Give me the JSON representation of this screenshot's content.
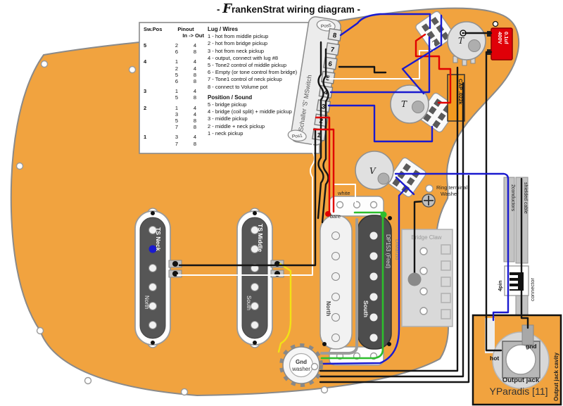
{
  "title": {
    "dash_left": "- ",
    "f": "F",
    "rest": "rankenStrat wiring diagram",
    "dash_right": " -"
  },
  "legend": {
    "col_pos": "Sw.Pos",
    "col_pinout": "Pinout",
    "col_inout": "In -> Out",
    "rows": [
      {
        "pos": "5",
        "pairs": [
          {
            "i": "2",
            "o": "4"
          },
          {
            "i": "6",
            "o": "8"
          }
        ]
      },
      {
        "pos": "4",
        "pairs": [
          {
            "i": "1",
            "o": "4"
          },
          {
            "i": "2",
            "o": "4"
          },
          {
            "i": "5",
            "o": "8"
          },
          {
            "i": "6",
            "o": "8"
          }
        ]
      },
      {
        "pos": "3",
        "pairs": [
          {
            "i": "1",
            "o": "4"
          },
          {
            "i": "5",
            "o": "8"
          }
        ]
      },
      {
        "pos": "2",
        "pairs": [
          {
            "i": "1",
            "o": "4"
          },
          {
            "i": "3",
            "o": "4"
          },
          {
            "i": "5",
            "o": "8"
          },
          {
            "i": "7",
            "o": "8"
          }
        ]
      },
      {
        "pos": "1",
        "pairs": [
          {
            "i": "3",
            "o": "4"
          },
          {
            "i": "7",
            "o": "8"
          }
        ]
      }
    ],
    "lug_title": "Lug / Wires",
    "lugs": [
      "1 - hot from middle pickup",
      "2 - hot from bridge pickup",
      "3 - hot from neck pickup",
      "4 - output, connect with lug #8",
      "5 - Tone2 control of middle pickup",
      "6 - Empty (or tone control from bridge)",
      "7 - Tone1 control of neck pickup",
      "8 - connect to Volume pot"
    ],
    "pos_title": "Position / Sound",
    "positions": [
      "5 - bridge pickup",
      "4 - bridge (coil split) + middle pickup",
      "3 - middle pickup",
      "2 - middle + neck pickup",
      "1 - neck pickup"
    ]
  },
  "switch": {
    "label": "Schaller 'S' MSwitch",
    "pos_top": "Pos5",
    "pos_bottom": "Pos1",
    "lugs": [
      "8",
      "7",
      "6",
      "5",
      "4",
      "3",
      "2",
      "1"
    ]
  },
  "components": {
    "tone1": "T",
    "tone2": "T",
    "volume": "V",
    "cap_red_line1": "0.1uf",
    "cap_red_line2": "400V",
    "cap_orange": "CAP .022k",
    "ring_terminal_line1": "Ring terminal",
    "ring_terminal_line2": "Washer",
    "bridge_claw": "Bridge Claw",
    "gnd_washer_line1": "Gnd",
    "gnd_washer_line2": "washer"
  },
  "pickups": {
    "neck": {
      "name": "TS Neck",
      "pole": "North"
    },
    "middle": {
      "name": "TS Middle",
      "pole": "South"
    },
    "humbucker": {
      "north": "North",
      "south": "South",
      "model": "DP153 (Fred)",
      "brand": "DiMarzio",
      "bare_label": "bare",
      "white_label": "white"
    }
  },
  "cables": {
    "two_conductors": "2conductors",
    "shielded": "shielded cable",
    "four_pin": "4pin",
    "connector": "connector"
  },
  "output": {
    "hot": "hot",
    "gnd": "gnd",
    "jack": "Output jack",
    "credit": "YParadis [11]",
    "cavity": "Output jack cavity"
  },
  "colors": {
    "pickguard": "#F1A33F",
    "cap_red": "#E00008",
    "cap_orange": "#F39A1F",
    "wire_black": "#141414",
    "wire_red": "#E00000",
    "wire_blue": "#1A1ACF",
    "wire_white": "#FFFFFF",
    "wire_green": "#2DBE2D",
    "wire_yellow": "#F2E215",
    "wire_gray": "#9C9C9C"
  }
}
